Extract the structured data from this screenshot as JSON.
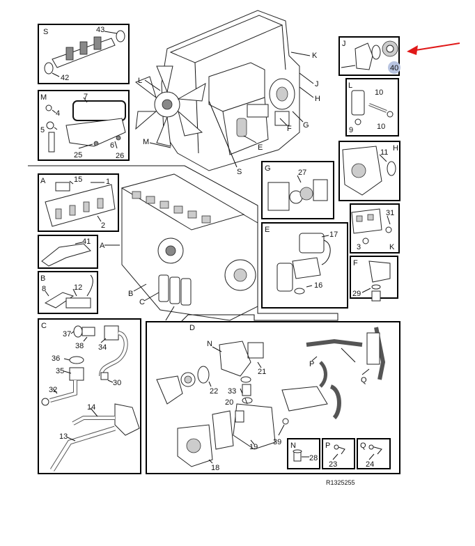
{
  "reference": "R1325255",
  "highlight_color": "#b8c4e0",
  "arrow_color": "#e01818",
  "boxes": {
    "S": {
      "letter": "S",
      "parts": [
        "43",
        "42"
      ]
    },
    "M": {
      "letter": "M",
      "parts": [
        "7",
        "4",
        "5",
        "6",
        "25",
        "26"
      ]
    },
    "A": {
      "letter": "A",
      "parts": [
        "15",
        "1",
        "2"
      ]
    },
    "A2": {
      "parts": [
        "41"
      ]
    },
    "B": {
      "letter": "B",
      "parts": [
        "8",
        "12"
      ]
    },
    "C": {
      "letter": "C",
      "parts": [
        "37",
        "38",
        "34",
        "36",
        "35",
        "30",
        "32",
        "14",
        "13"
      ]
    },
    "J": {
      "letter": "J",
      "parts": [
        "40"
      ]
    },
    "L": {
      "letter": "L",
      "parts": [
        "10",
        "10",
        "9"
      ]
    },
    "H": {
      "letter": "H",
      "parts": [
        "11"
      ]
    },
    "G": {
      "letter": "G",
      "parts": [
        "27"
      ]
    },
    "K": {
      "letter": "K",
      "parts": [
        "31",
        "3",
        "K"
      ]
    },
    "E": {
      "letter": "E",
      "parts": [
        "17",
        "16"
      ]
    },
    "F": {
      "letter": "F",
      "parts": [
        "29"
      ]
    },
    "D": {
      "letter": "D",
      "parts": [
        "N",
        "21",
        "22",
        "33",
        "20",
        "19",
        "18",
        "39",
        "P",
        "Q"
      ]
    },
    "N": {
      "letter": "N",
      "parts": [
        "28"
      ]
    },
    "P": {
      "letter": "P",
      "parts": [
        "23"
      ]
    },
    "Q": {
      "letter": "Q",
      "parts": [
        "24"
      ]
    }
  },
  "engine_callouts": [
    "K",
    "J",
    "H",
    "G",
    "F",
    "E",
    "S",
    "M",
    "L"
  ],
  "lower_engine_callouts": [
    "A",
    "B",
    "C",
    "D"
  ]
}
